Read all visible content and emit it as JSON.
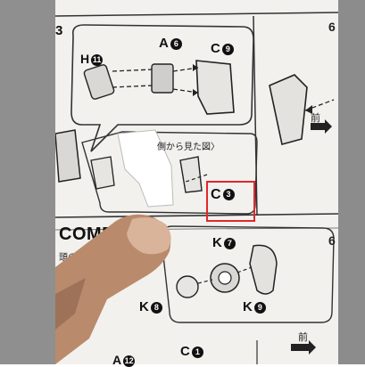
{
  "labels": {
    "step_number": "3",
    "h11": "H",
    "h11_num": "11",
    "a6": "A",
    "a6_num": "6",
    "c9": "C",
    "c9_num": "9",
    "c3": "C",
    "c3_num": "3",
    "k7": "K",
    "k7_num": "7",
    "k8": "K",
    "k8_num": "8",
    "k9": "K",
    "k9_num": "9",
    "c1": "C",
    "c1_num": "1",
    "a12": "A",
    "a12_num": "12",
    "side_view_caption": "側から見た図〉",
    "title_partial": "COMPL",
    "jp_fragment": "頭の",
    "front_label_1": "前",
    "front_label_2": "前",
    "corner_6_top": "6",
    "corner_6_bottom": "6"
  },
  "colors": {
    "paper": "#f2f1ee",
    "border_gray": "#8f8f8f",
    "highlight": "#e3262c",
    "ink": "#111111"
  }
}
